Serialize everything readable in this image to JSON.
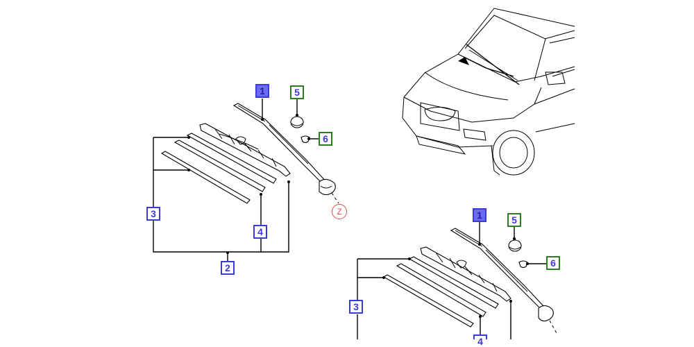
{
  "diagram": {
    "callouts": {
      "top_1": "1",
      "top_5": "5",
      "top_6": "6",
      "top_3": "3",
      "top_4": "4",
      "top_2": "2",
      "top_z": "Z",
      "bottom_1": "1",
      "bottom_5": "5",
      "bottom_6": "6",
      "bottom_3": "3",
      "bottom_4": "4"
    },
    "colors": {
      "callout_blue": "#3a3ad6",
      "callout_filled": "#6b6bf2",
      "callout_green": "#2f7d22",
      "reference_red": "#e05050"
    }
  }
}
